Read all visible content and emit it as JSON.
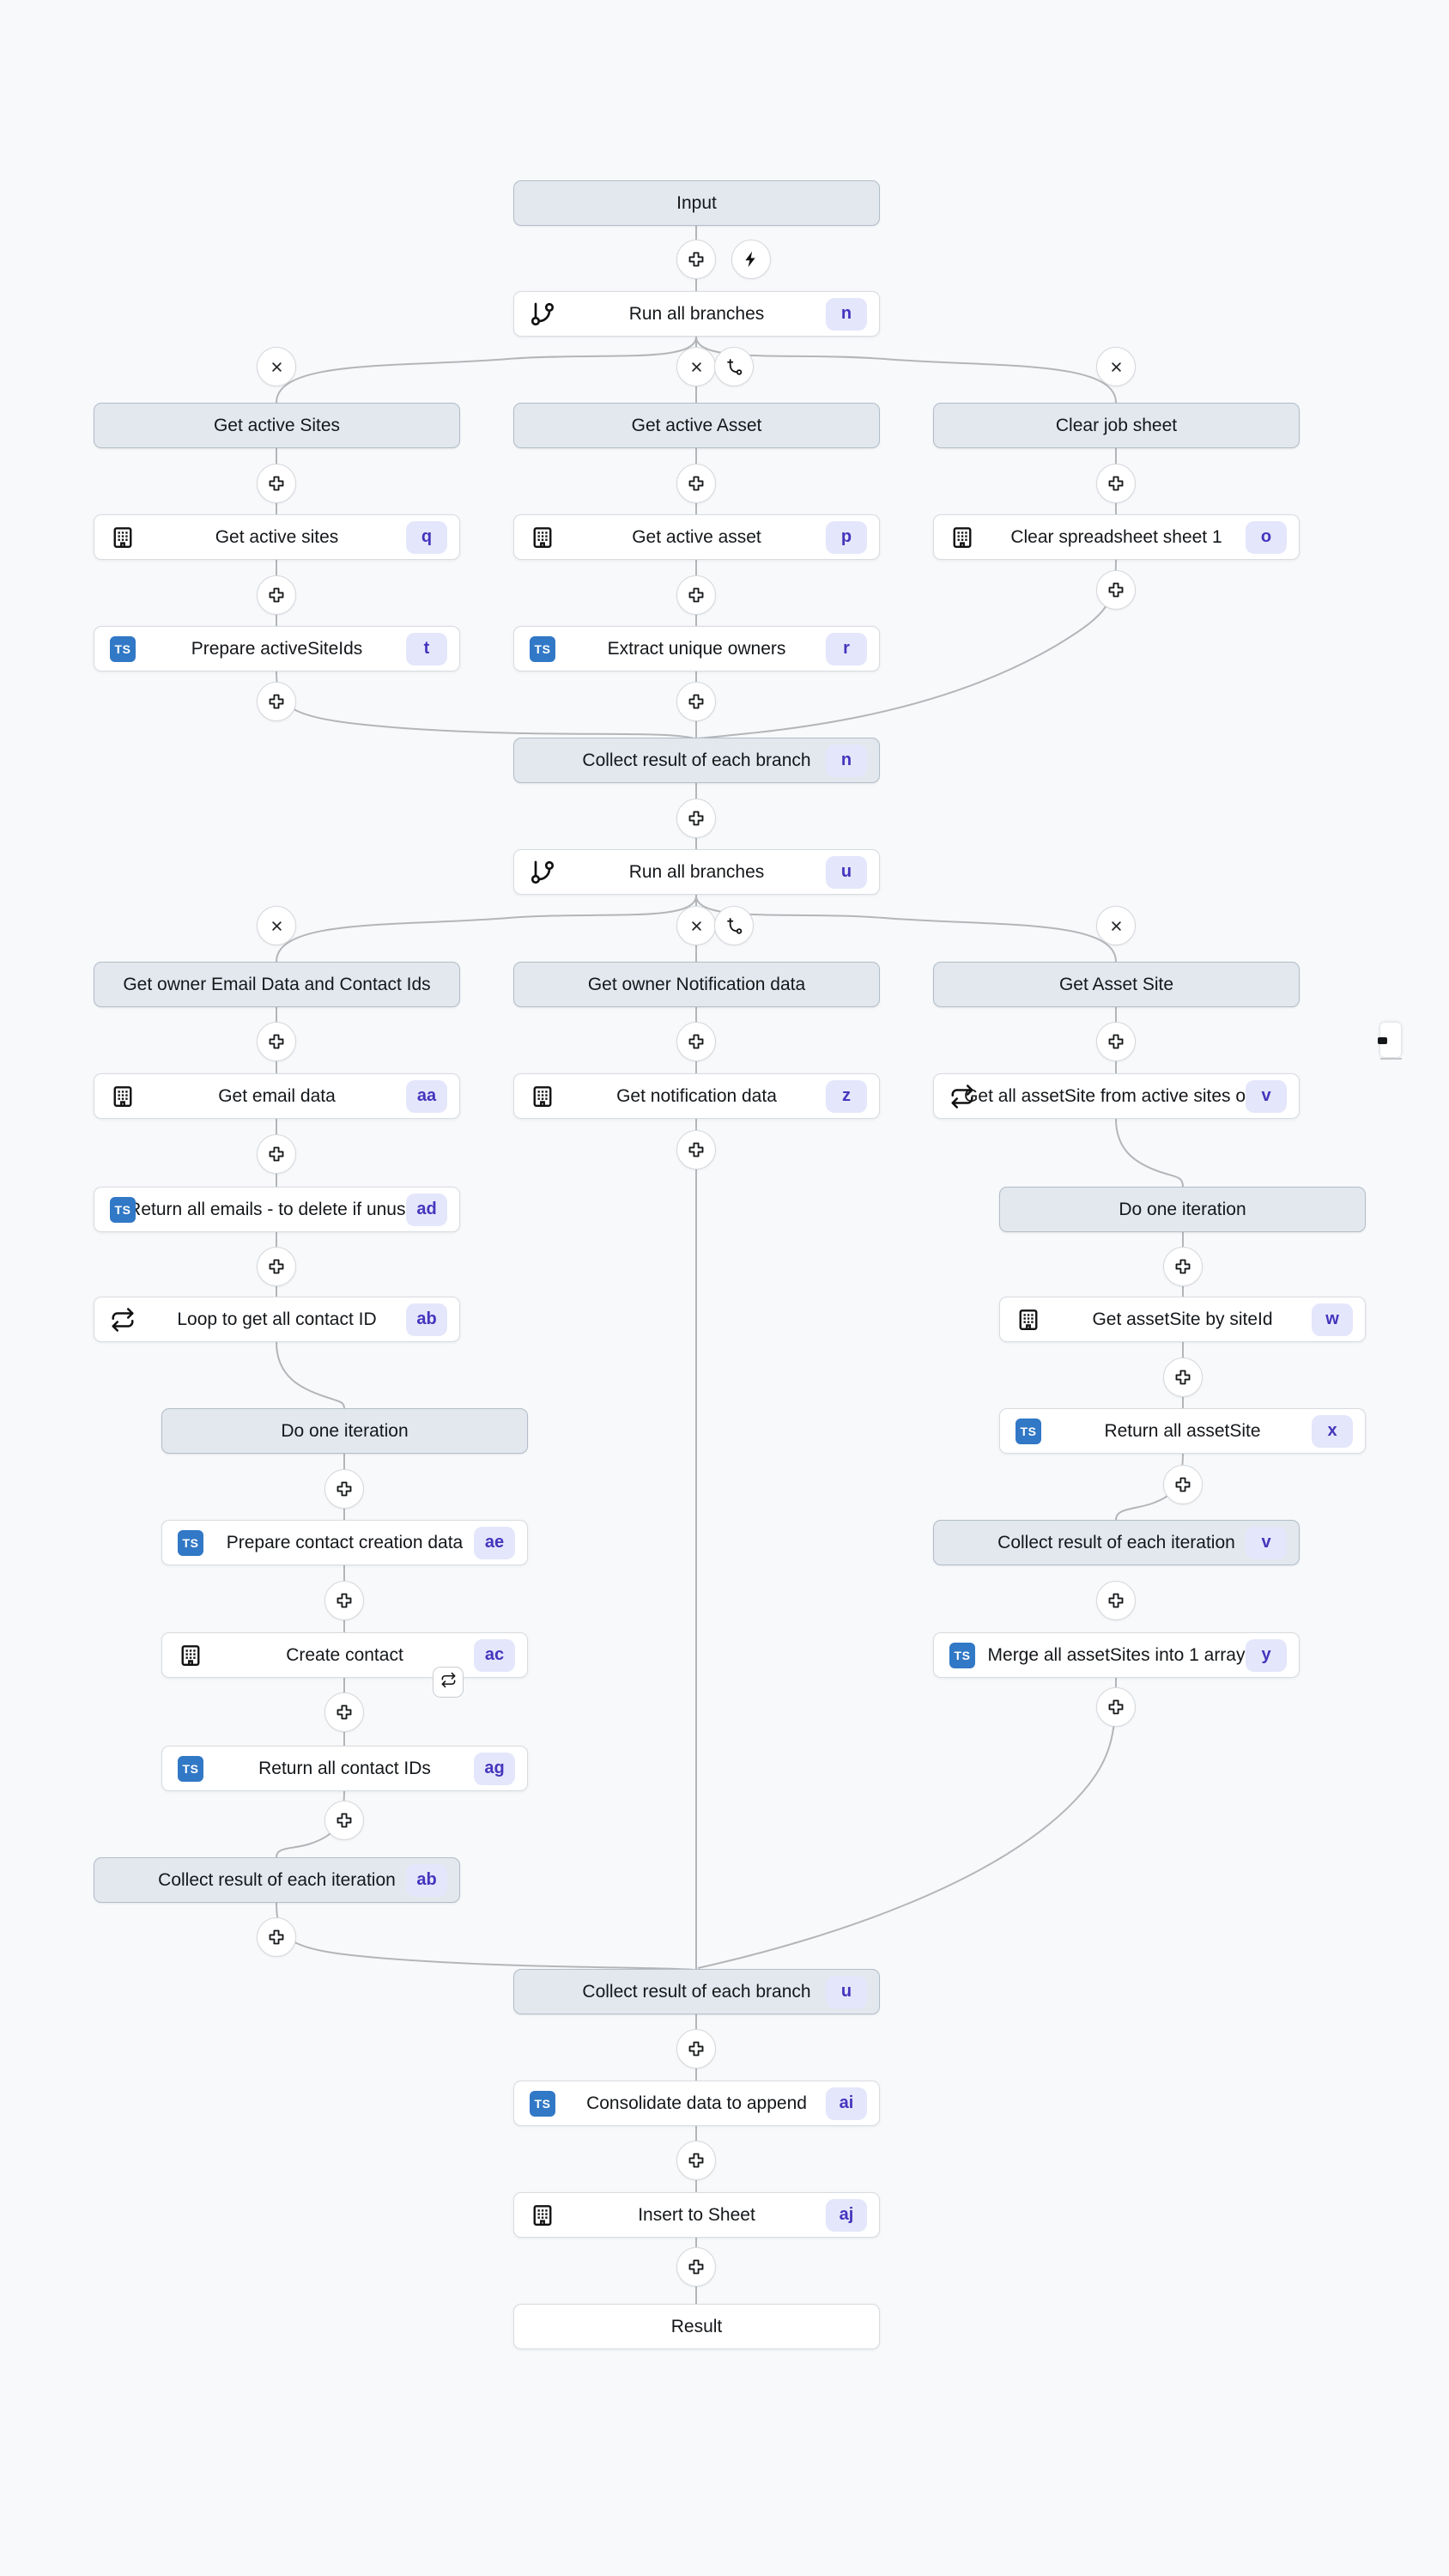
{
  "canvas": {
    "background": "#f8f9fb",
    "connector_color": "#b3b6b9",
    "header_node_bg": "#e3e8ee",
    "header_node_border": "#b2bdc8",
    "action_node_bg": "#ffffff",
    "badge_bg": "#e4e6fb",
    "badge_text_color": "#4335bd",
    "typescript_blue": "#3178c6"
  },
  "icons": {
    "typescript_label": "TS",
    "plus": "insert-step",
    "lightning": "run-trigger",
    "close": "remove-branch",
    "branch_add": "add-branch",
    "git_branch": "branch-node",
    "building": "app-integration",
    "repeat": "for-loop",
    "retry": "retry-loop"
  },
  "nodes": {
    "input": {
      "label": "Input"
    },
    "run_all_branches_1": {
      "label": "Run all branches",
      "badge": "n"
    },
    "hdr_get_active_sites": {
      "label": "Get active Sites"
    },
    "get_active_sites": {
      "label": "Get active sites",
      "badge": "q"
    },
    "prepare_active_site_ids": {
      "label": "Prepare activeSiteIds",
      "badge": "t"
    },
    "hdr_get_active_asset": {
      "label": "Get active Asset"
    },
    "get_active_asset": {
      "label": "Get active asset",
      "badge": "p"
    },
    "extract_unique_owners": {
      "label": "Extract unique owners",
      "badge": "r"
    },
    "hdr_clear_job_sheet": {
      "label": "Clear job sheet"
    },
    "clear_spreadsheet_sheet_1": {
      "label": "Clear spreadsheet sheet 1",
      "badge": "o"
    },
    "collect_branch_1": {
      "label": "Collect result of each branch",
      "badge": "n"
    },
    "run_all_branches_2": {
      "label": "Run all branches",
      "badge": "u"
    },
    "hdr_owner_email": {
      "label": "Get owner Email Data and Contact Ids"
    },
    "get_email_data": {
      "label": "Get email data",
      "badge": "aa"
    },
    "return_all_emails": {
      "label": "Return all emails - to delete if unused",
      "badge": "ad"
    },
    "loop_contact_id": {
      "label": "Loop to get all contact ID",
      "badge": "ab"
    },
    "hdr_iter_left": {
      "label": "Do one iteration"
    },
    "prepare_contact_creation": {
      "label": "Prepare contact creation data",
      "badge": "ae"
    },
    "create_contact": {
      "label": "Create contact",
      "badge": "ac"
    },
    "return_contact_ids": {
      "label": "Return all contact IDs",
      "badge": "ag"
    },
    "collect_iter_left": {
      "label": "Collect result of each iteration",
      "badge": "ab"
    },
    "hdr_owner_notification": {
      "label": "Get owner Notification data"
    },
    "get_notification_data": {
      "label": "Get notification data",
      "badge": "z"
    },
    "hdr_get_asset_site": {
      "label": "Get Asset Site"
    },
    "get_all_assetsite": {
      "label": "Get all assetSite from active sites only",
      "badge": "v"
    },
    "hdr_iter_right": {
      "label": "Do one iteration"
    },
    "get_assetsite_by_siteid": {
      "label": "Get assetSite by siteId",
      "badge": "w"
    },
    "return_all_assetsite": {
      "label": "Return all assetSite",
      "badge": "x"
    },
    "collect_iter_right": {
      "label": "Collect result of each iteration",
      "badge": "v"
    },
    "merge_assetsites": {
      "label": "Merge all assetSites into 1 array",
      "badge": "y"
    },
    "collect_branch_2": {
      "label": "Collect result of each branch",
      "badge": "u"
    },
    "consolidate_data": {
      "label": "Consolidate data to append",
      "badge": "ai"
    },
    "insert_to_sheet": {
      "label": "Insert to Sheet",
      "badge": "aj"
    },
    "result": {
      "label": "Result"
    }
  }
}
